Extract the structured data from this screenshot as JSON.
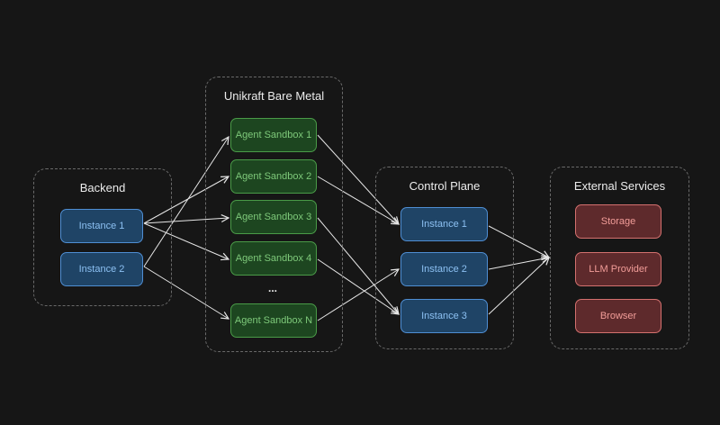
{
  "groups": {
    "backend": {
      "title": "Backend",
      "nodes": [
        "Instance 1",
        "Instance 2"
      ]
    },
    "unikraft": {
      "title": "Unikraft Bare Metal",
      "nodes": [
        "Agent Sandbox 1",
        "Agent Sandbox 2",
        "Agent Sandbox 3",
        "Agent Sandbox 4",
        "Agent Sandbox N"
      ],
      "ellipsis": "..."
    },
    "control_plane": {
      "title": "Control Plane",
      "nodes": [
        "Instance 1",
        "Instance 2",
        "Instance 3"
      ]
    },
    "external": {
      "title": "External Services",
      "nodes": [
        "Storage",
        "LLM Provider",
        "Browser"
      ]
    }
  },
  "colors": {
    "background": "#161616",
    "backend_node": "#1f4466",
    "sandbox_node": "#1d4620",
    "external_node": "#5e2a2c",
    "arrow": "#e6e6e6"
  },
  "edges": [
    {
      "from": "Backend / Instance 1",
      "to": "Agent Sandbox 2"
    },
    {
      "from": "Backend / Instance 1",
      "to": "Agent Sandbox 3"
    },
    {
      "from": "Backend / Instance 1",
      "to": "Agent Sandbox 4"
    },
    {
      "from": "Backend / Instance 2",
      "to": "Agent Sandbox 1"
    },
    {
      "from": "Backend / Instance 2",
      "to": "Agent Sandbox N"
    },
    {
      "from": "Agent Sandbox 1",
      "to": "Control Plane / Instance 1"
    },
    {
      "from": "Agent Sandbox 2",
      "to": "Control Plane / Instance 1"
    },
    {
      "from": "Agent Sandbox 3",
      "to": "Control Plane / Instance 3"
    },
    {
      "from": "Agent Sandbox 4",
      "to": "Control Plane / Instance 3"
    },
    {
      "from": "Agent Sandbox N",
      "to": "Control Plane / Instance 2"
    },
    {
      "from": "Control Plane / Instance 1",
      "to": "External Services"
    },
    {
      "from": "Control Plane / Instance 2",
      "to": "External Services"
    },
    {
      "from": "Control Plane / Instance 3",
      "to": "External Services"
    }
  ]
}
